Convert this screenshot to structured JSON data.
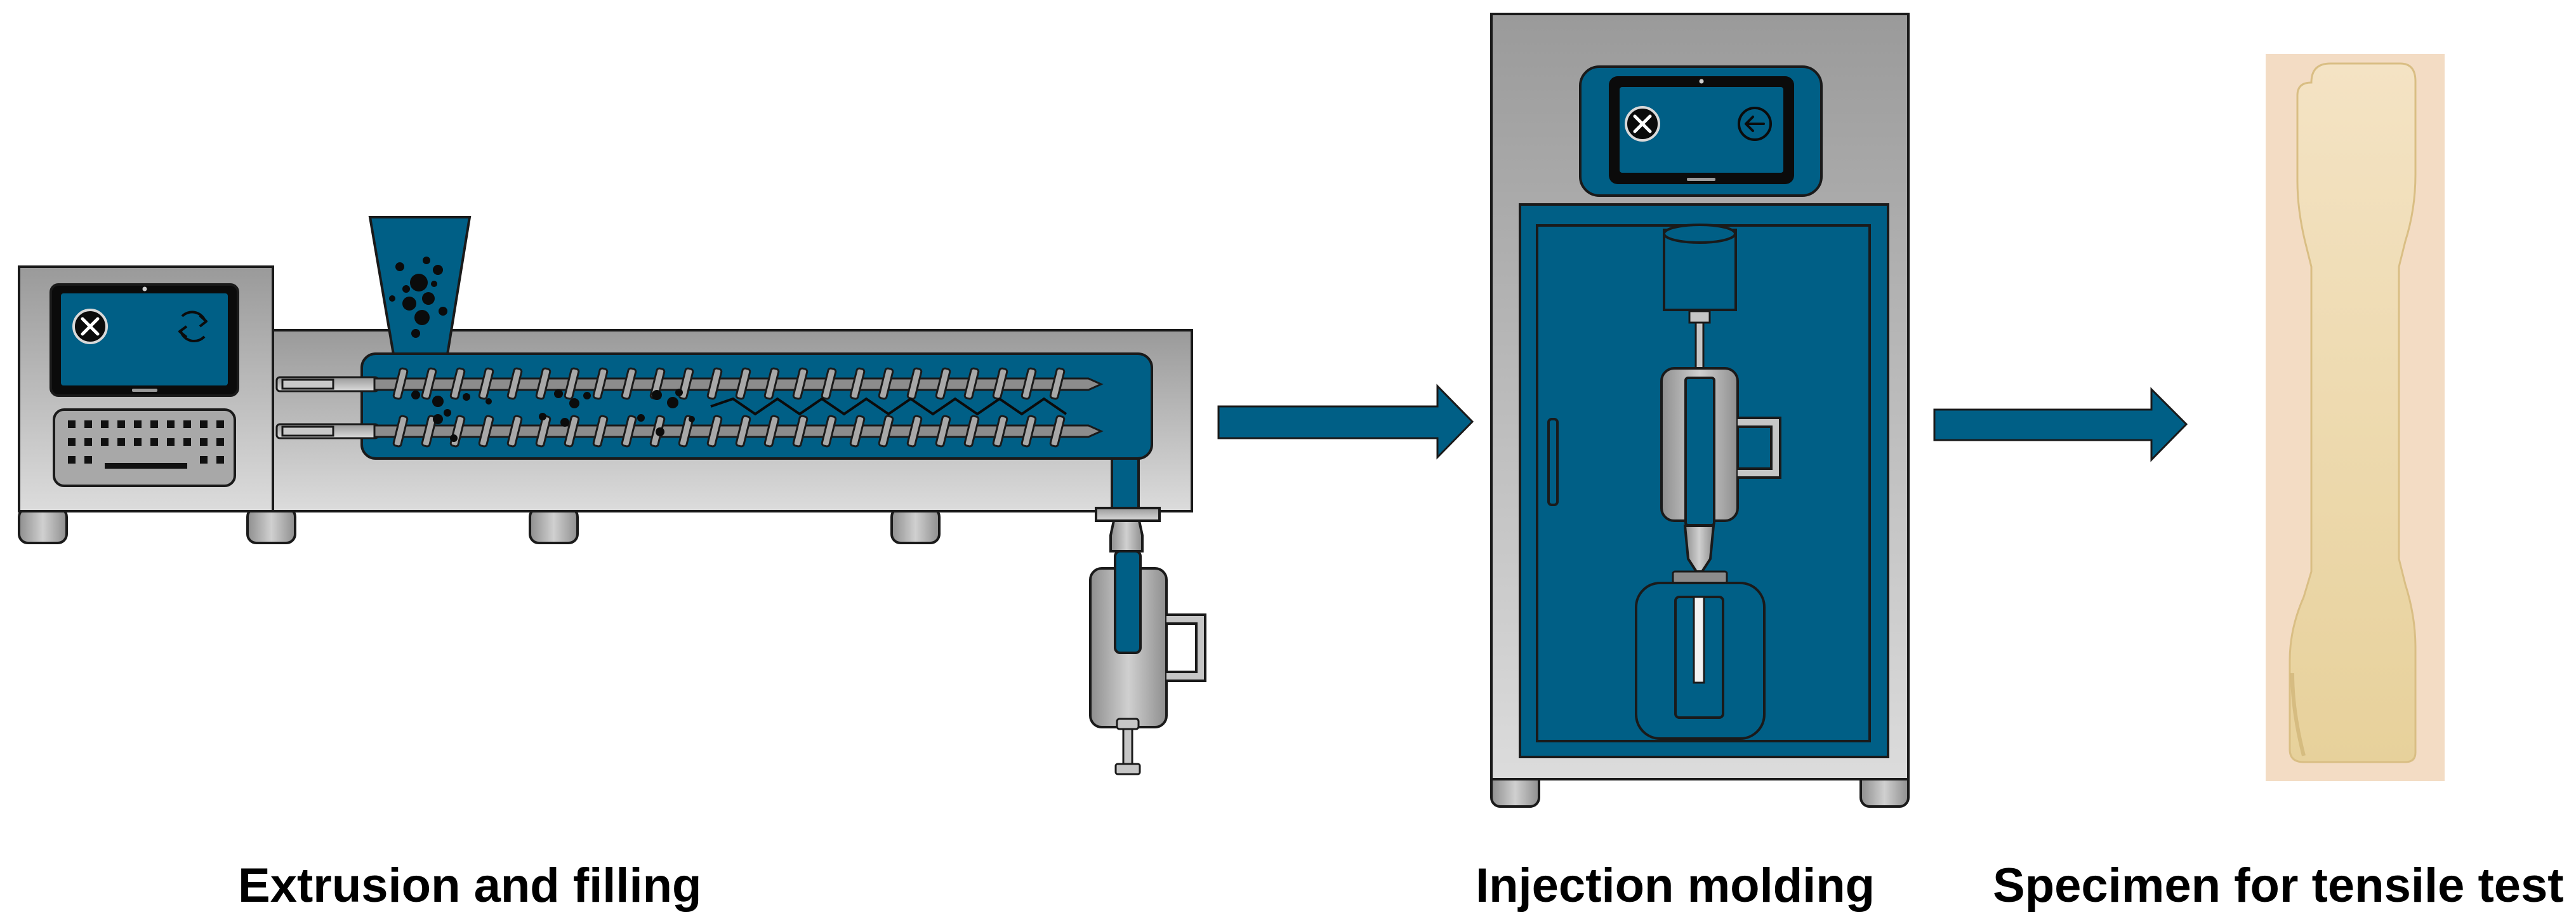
{
  "colors": {
    "steel_top": "#9a9a9a",
    "steel_bottom": "#d9d9d9",
    "process_blue": "#005f86",
    "screw_gray": "#8c8c8c",
    "outline": "#1a1a1a",
    "specimen_bg": "#f3dcc4",
    "specimen_body": "#ead8a1"
  },
  "icons": {
    "extruder_screen": [
      "close-icon",
      "refresh-icon"
    ],
    "injection_screen": [
      "close-icon",
      "back-arrow-icon"
    ]
  },
  "captions": {
    "extrusion": "Extrusion and filling",
    "injection": "Injection molding",
    "specimen": "Specimen for tensile test"
  }
}
